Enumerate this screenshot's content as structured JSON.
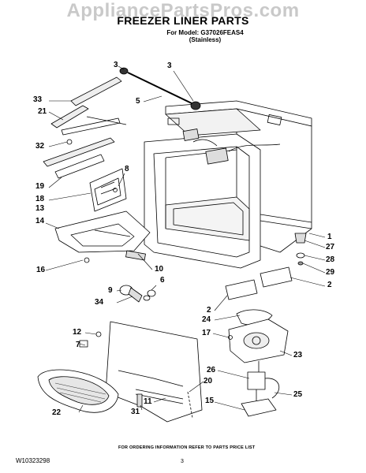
{
  "watermark": "AppliancePartsPros.com",
  "header": {
    "title": "FREEZER LINER PARTS",
    "model_line": "For Model: G37026FEAS4",
    "finish_line": "(Stainless)"
  },
  "callouts": [
    {
      "id": "c3a",
      "label": "3"
    },
    {
      "id": "c3b",
      "label": "3"
    },
    {
      "id": "c5",
      "label": "5"
    },
    {
      "id": "c33",
      "label": "33"
    },
    {
      "id": "c21",
      "label": "21"
    },
    {
      "id": "c32",
      "label": "32"
    },
    {
      "id": "c19",
      "label": "19"
    },
    {
      "id": "c18",
      "label": "18"
    },
    {
      "id": "c13",
      "label": "13"
    },
    {
      "id": "c8",
      "label": "8"
    },
    {
      "id": "c14",
      "label": "14"
    },
    {
      "id": "c16",
      "label": "16"
    },
    {
      "id": "c10",
      "label": "10"
    },
    {
      "id": "c9",
      "label": "9"
    },
    {
      "id": "c6",
      "label": "6"
    },
    {
      "id": "c34",
      "label": "34"
    },
    {
      "id": "c1",
      "label": "1"
    },
    {
      "id": "c27",
      "label": "27"
    },
    {
      "id": "c28",
      "label": "28"
    },
    {
      "id": "c29",
      "label": "29"
    },
    {
      "id": "c2a",
      "label": "2"
    },
    {
      "id": "c2b",
      "label": "2"
    },
    {
      "id": "c24",
      "label": "24"
    },
    {
      "id": "c17",
      "label": "17"
    },
    {
      "id": "c12",
      "label": "12"
    },
    {
      "id": "c7",
      "label": "7"
    },
    {
      "id": "c23",
      "label": "23"
    },
    {
      "id": "c26",
      "label": "26"
    },
    {
      "id": "c25",
      "label": "25"
    },
    {
      "id": "c20",
      "label": "20"
    },
    {
      "id": "c11",
      "label": "11"
    },
    {
      "id": "c22",
      "label": "22"
    },
    {
      "id": "c31",
      "label": "31"
    },
    {
      "id": "c15",
      "label": "15"
    }
  ],
  "footer": {
    "note": "FOR ORDERING INFORMATION REFER TO PARTS PRICE LIST",
    "doc_number": "W10323298",
    "page_number": "3"
  }
}
